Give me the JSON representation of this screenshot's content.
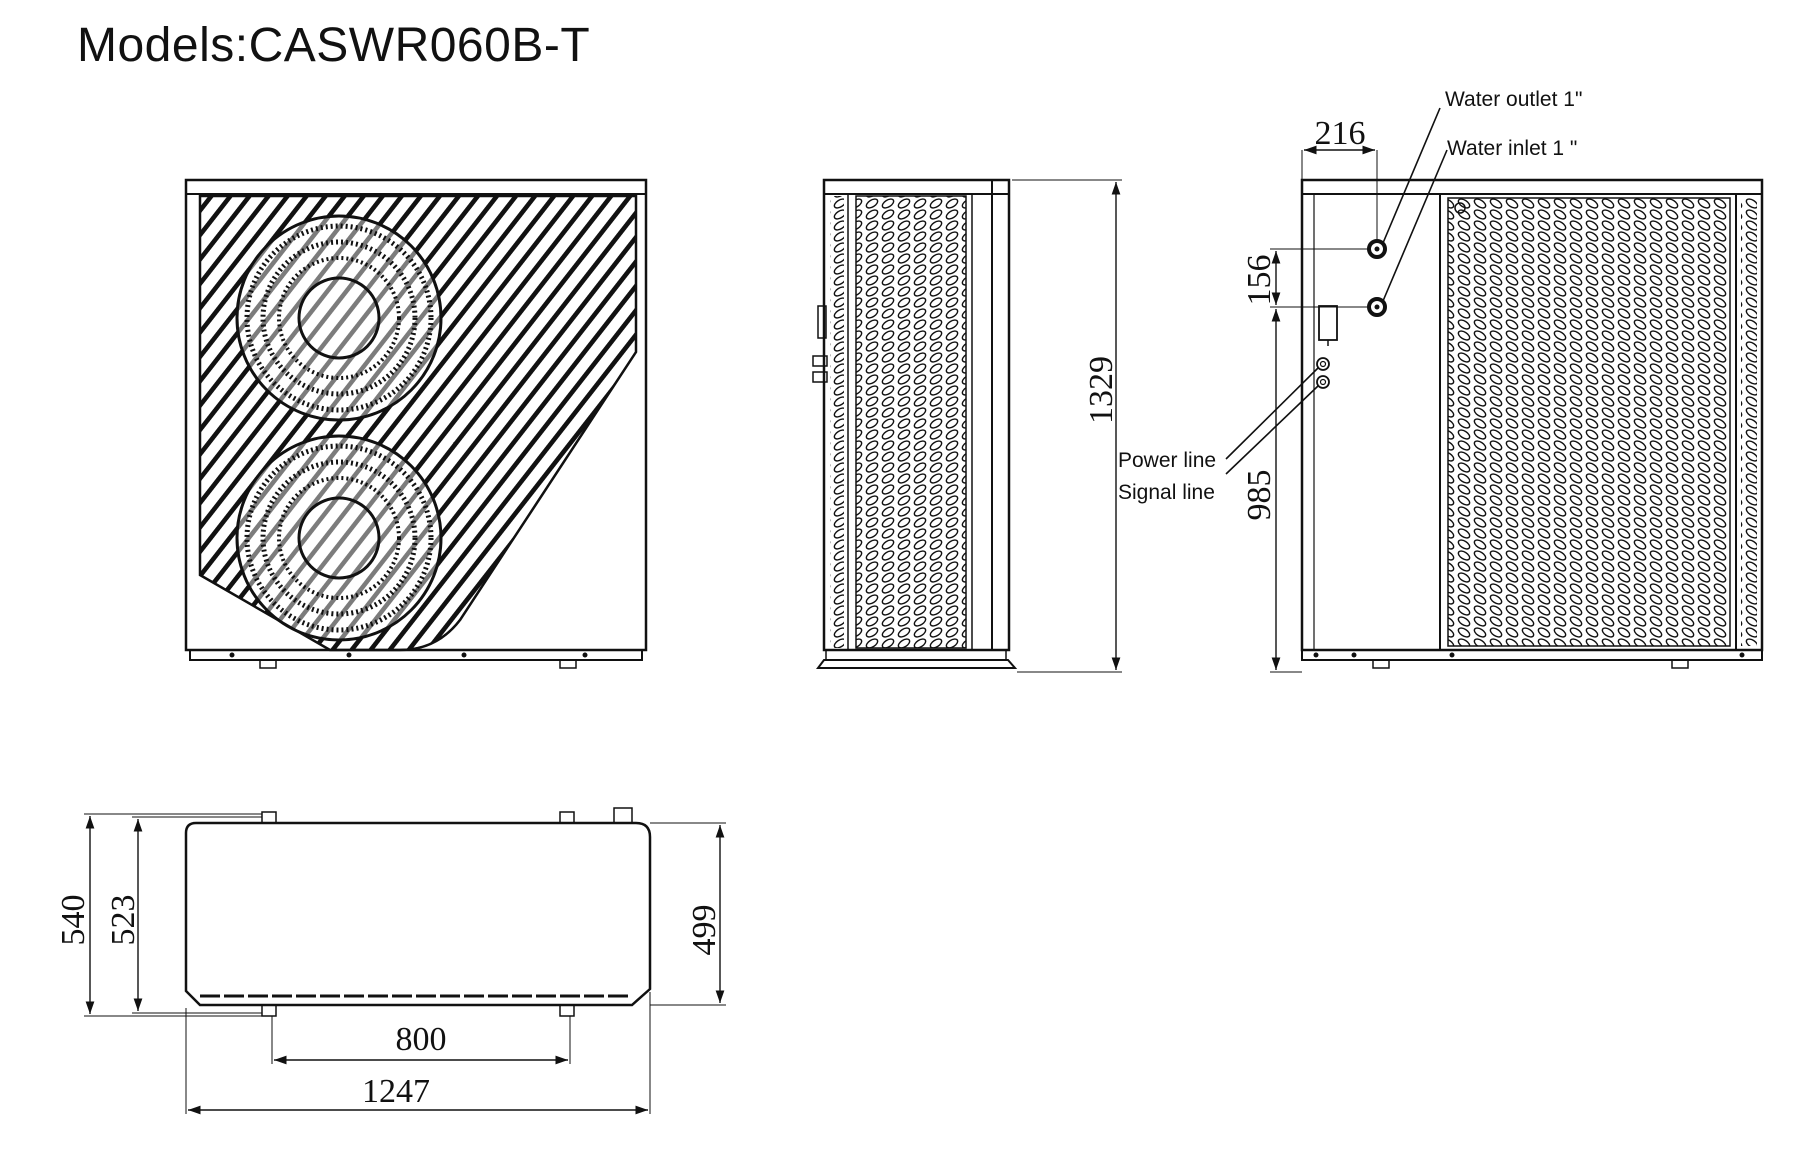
{
  "title": "Models:CASWR060B-T",
  "dimensions": {
    "side_height": "1329",
    "outlet_offset": "216",
    "outlet_spacing": "156",
    "inlet_height": "985",
    "depth_total": "540",
    "depth_feet": "523",
    "depth_body": "499",
    "feet_spacing": "800",
    "width": "1247"
  },
  "labels": {
    "water_outlet": "Water outlet 1\"",
    "water_inlet": "Water inlet 1 \"",
    "power_line": "Power line",
    "signal_line": "Signal line"
  }
}
